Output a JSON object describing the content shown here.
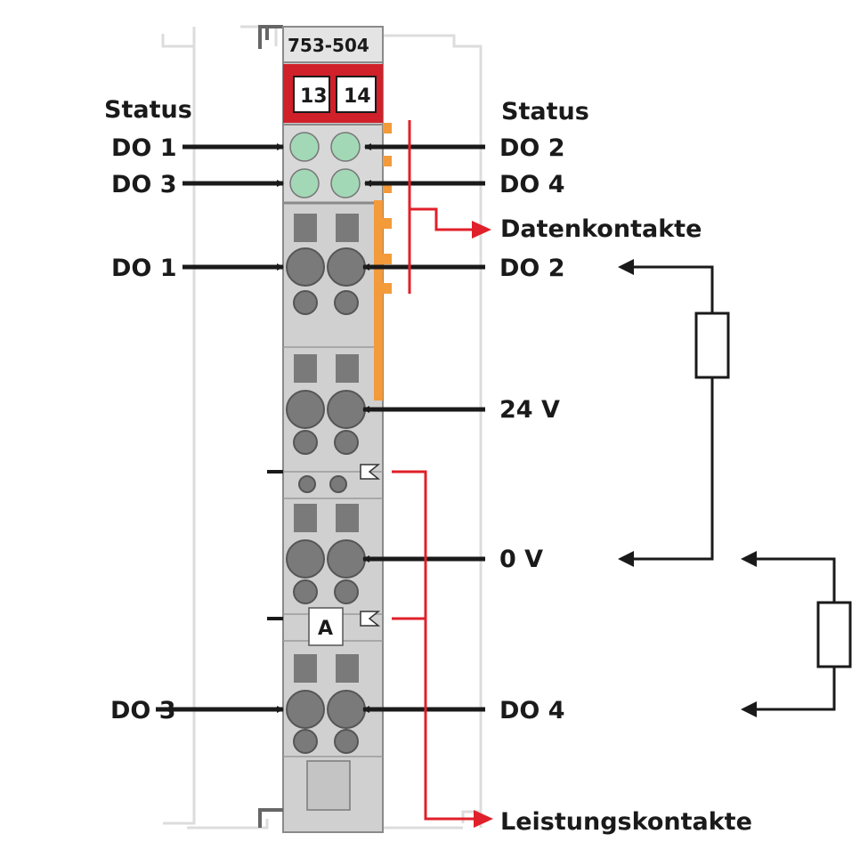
{
  "module": {
    "part_number": "753-504",
    "terminal_numbers": [
      "13",
      "14"
    ],
    "marker_letter": "A"
  },
  "labels": {
    "status_left": "Status",
    "status_right": "Status",
    "do1_led": "DO 1",
    "do3_led": "DO 3",
    "do2_led": "DO 2",
    "do4_led": "DO 4",
    "datenkontakte": "Datenkontakte",
    "do1_term": "DO 1",
    "do2_term": "DO 2",
    "v24": "24 V",
    "v0": "0 V",
    "do3_term": "DO 3",
    "do4_term": "DO 4",
    "leistungskontakte": "Leistungskontakte"
  },
  "colors": {
    "body": "#d0d0d0",
    "housing_outline": "#8a8a8a",
    "marker_red": "#d0202a",
    "led_green": "#a3d8b6",
    "terminal_gray": "#7a7a7a",
    "arrow_black": "#1a1a1a",
    "arrow_red": "#e0202a",
    "contact_orange": "#f39a3a"
  }
}
